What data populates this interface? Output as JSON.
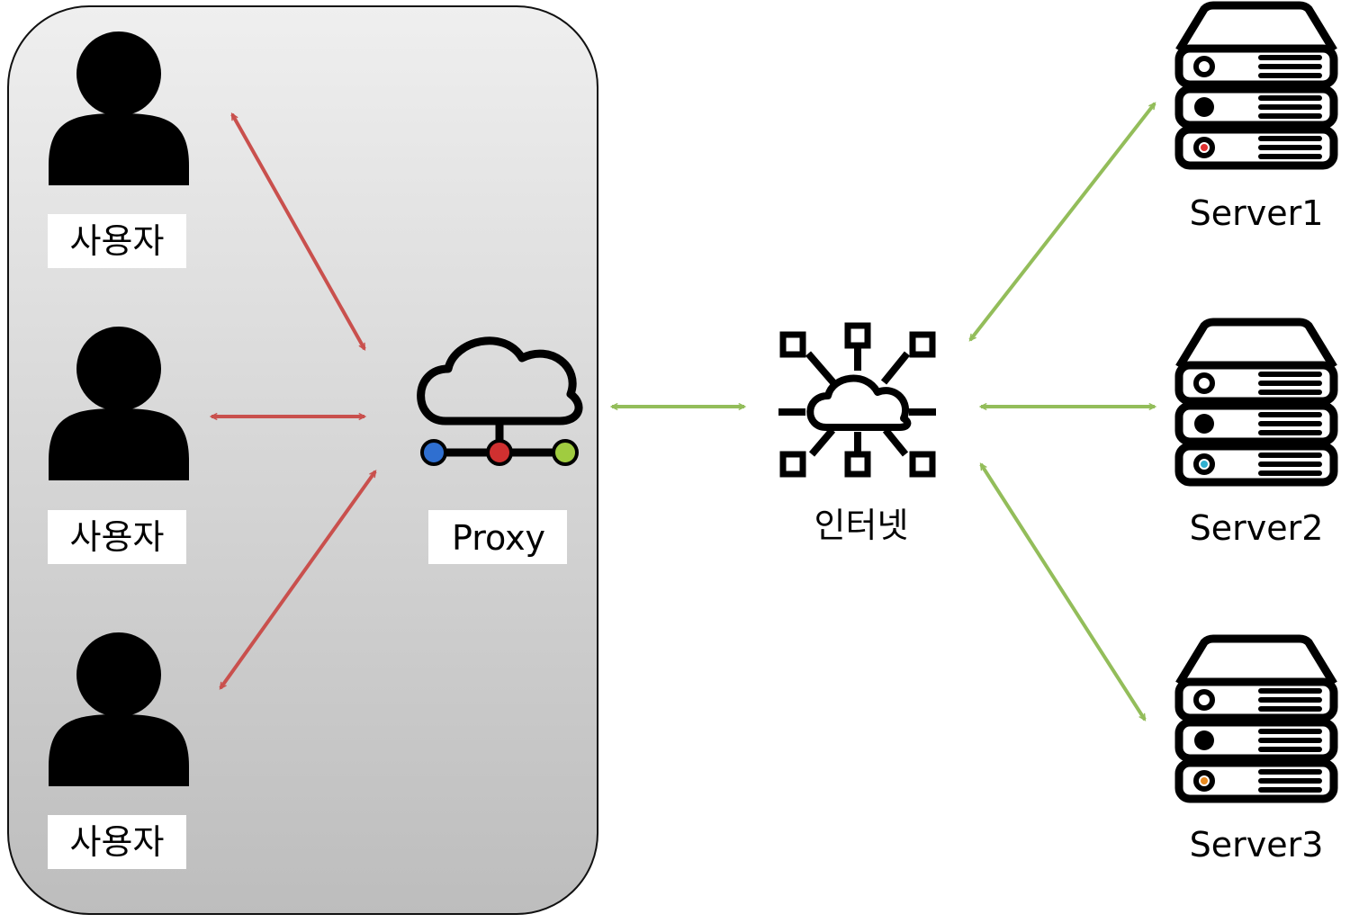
{
  "users": [
    {
      "label": "사용자",
      "icon": "user-icon"
    },
    {
      "label": "사용자",
      "icon": "user-icon"
    },
    {
      "label": "사용자",
      "icon": "user-icon"
    }
  ],
  "proxy": {
    "label": "Proxy",
    "icon": "cloud-network-icon"
  },
  "internet": {
    "label": "인터넷",
    "icon": "internet-hub-icon"
  },
  "servers": [
    {
      "label": "Server1",
      "icon": "server-icon",
      "led_color": "#e03030"
    },
    {
      "label": "Server2",
      "icon": "server-icon",
      "led_color": "#30b0d0"
    },
    {
      "label": "Server3",
      "icon": "server-icon",
      "led_color": "#e88a20"
    }
  ],
  "colors": {
    "user_link": "#c9504d",
    "network_link": "#93bd5a",
    "proxy_node_left": "#2f6fd0",
    "proxy_node_center": "#d03030",
    "proxy_node_right": "#a0cc40"
  }
}
